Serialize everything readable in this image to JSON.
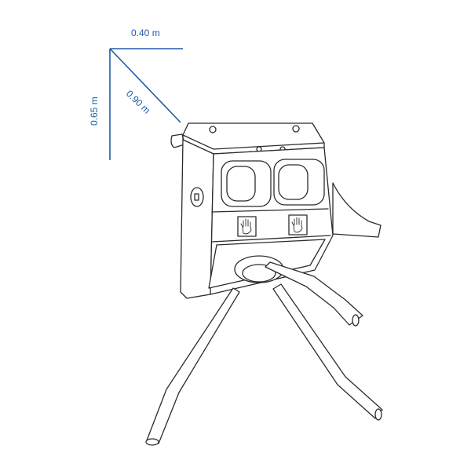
{
  "dimensions": {
    "width_label": "0.40 m",
    "diagonal_label": "0.90 m",
    "height_label": "0.65 m"
  },
  "colors": {
    "dimension": "#1f5aa6",
    "line_art": "#2b2b2b",
    "background": "#ffffff"
  },
  "icons": {
    "hand_left": "hand-icon",
    "hand_right": "hand-icon"
  }
}
